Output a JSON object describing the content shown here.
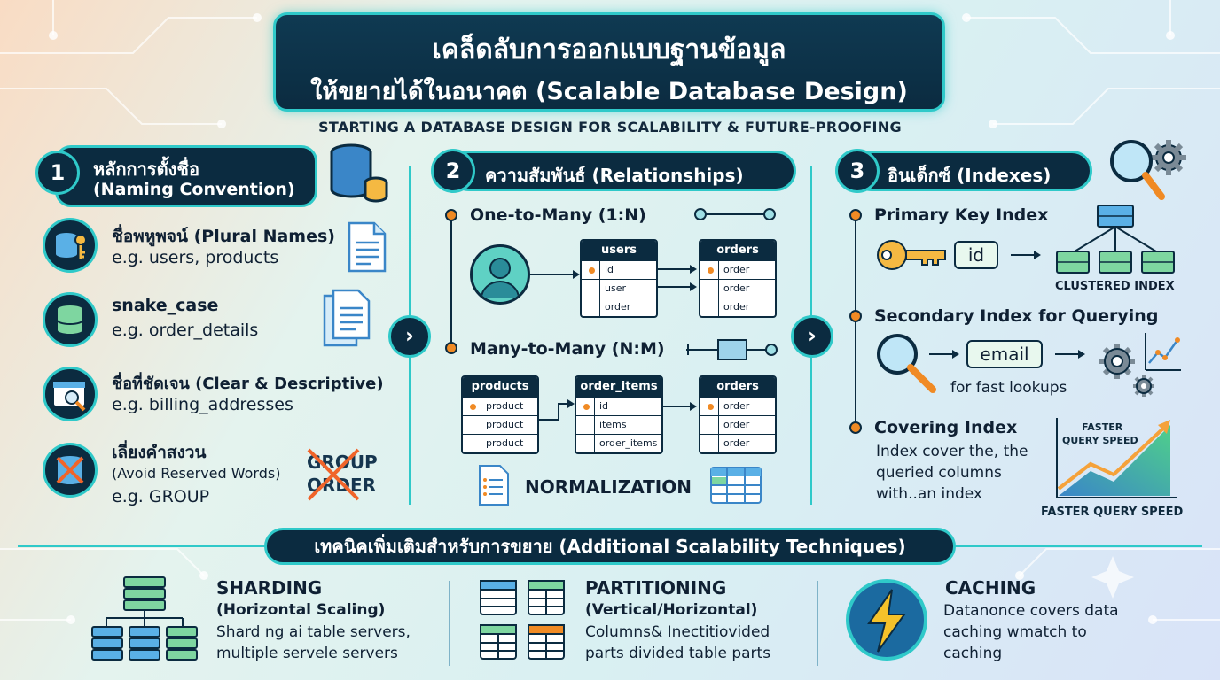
{
  "title": {
    "line1": "เคล็ดลับการออกแบบฐานข้อมูล",
    "line2": "ให้ขยายได้ในอนาคต (Scalable Database Design)"
  },
  "subtitle": "STARTING A DATABASE DESIGN FOR SCALABILITY & FUTURE-PROOFING",
  "section1": {
    "number": "1",
    "heading_line1": "หลักการตั้งชื่อ",
    "heading_line2": "(Naming Convention)",
    "items": [
      {
        "title": "ชื่อพหูพจน์ (Plural Names)",
        "example": "e.g. users, products"
      },
      {
        "title": "snake_case",
        "example": "e.g. order_details"
      },
      {
        "title": "ชื่อที่ชัดเจน (Clear & Descriptive)",
        "example": "e.g. billing_addresses"
      },
      {
        "title": "เลี่ยงคำสงวน",
        "title2": "(Avoid Reserved Words)",
        "example": "e.g. GROUP"
      }
    ],
    "reserved_words": [
      "GROUP",
      "ORDER"
    ]
  },
  "section2": {
    "number": "2",
    "heading": "ความสัมพันธ์ (Relationships)",
    "one_to_many": {
      "label": "One-to-Many (1:N)",
      "users_table": {
        "name": "users",
        "rows": [
          "id",
          "user",
          "order"
        ]
      },
      "orders_table": {
        "name": "orders",
        "rows": [
          "order",
          "order",
          "order"
        ]
      }
    },
    "many_to_many": {
      "label": "Many-to-Many (N:M)",
      "products_table": {
        "name": "products",
        "rows": [
          "product",
          "product",
          "product"
        ]
      },
      "order_items_table": {
        "name": "order_items",
        "rows": [
          "id",
          "items",
          "order_items"
        ]
      },
      "orders_table": {
        "name": "orders",
        "rows": [
          "order",
          "order",
          "order"
        ]
      }
    },
    "normalization": "NORMALIZATION"
  },
  "section3": {
    "number": "3",
    "heading": "อินเด็กซ์ (Indexes)",
    "primary": {
      "label": "Primary Key Index",
      "key": "id",
      "caption": "CLUSTERED INDEX"
    },
    "secondary": {
      "label": "Secondary Index for Querying",
      "key": "email",
      "caption": "for fast lookups"
    },
    "covering": {
      "label": "Covering Index",
      "lines": [
        "Index cover the, the",
        "queried columns",
        "with..an index"
      ],
      "chart_caption_top1": "FASTER",
      "chart_caption_top2": "QUERY SPEED",
      "chart_caption_bottom": "FASTER QUERY SPEED"
    }
  },
  "bottom": {
    "heading": "เทคนิคเพิ่มเติมสำหรับการขยาย (Additional Scalability Techniques)",
    "sharding": {
      "title": "SHARDING",
      "sub": "(Horizontal Scaling)",
      "lines": [
        "Shard ng ai table servers,",
        "multiple servele servers"
      ]
    },
    "partitioning": {
      "title": "PARTITIONING",
      "sub": "(Vertical/Horizontal)",
      "lines": [
        "Columns& Inectitiovided",
        "parts divided table parts"
      ]
    },
    "caching": {
      "title": "CACHING",
      "lines": [
        "Datanonce covers data",
        "caching wmatch to",
        "caching"
      ]
    }
  },
  "colors": {
    "navy": "#0b2b40",
    "teal": "#2fc9c9",
    "orange": "#f08a24",
    "green": "#7ed6a0",
    "blue": "#3a86c8"
  }
}
